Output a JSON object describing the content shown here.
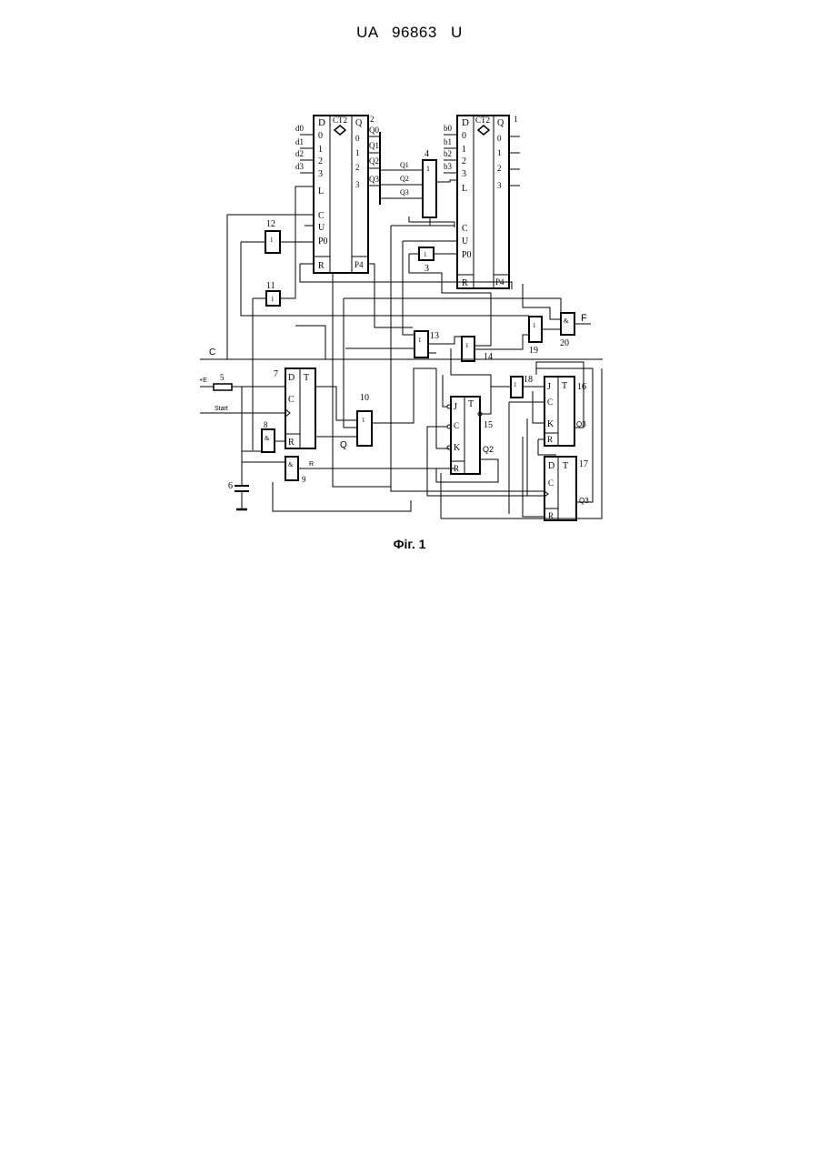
{
  "document": {
    "header": "UA  96863  U",
    "caption": "Фіг. 1"
  },
  "figure": {
    "counter_label": "CT2",
    "left_counter": {
      "inputs": [
        "D",
        "0",
        "1",
        "2",
        "3",
        "L",
        "C",
        "U",
        "P0",
        "R"
      ],
      "outputs": [
        "Q",
        "0",
        "1",
        "2",
        "3"
      ],
      "carry": "P4",
      "number": "2",
      "data_inputs": [
        "d0",
        "d1",
        "d2",
        "d3"
      ],
      "output_names": [
        "Q0",
        "Q1",
        "Q2",
        "Q3"
      ]
    },
    "right_counter": {
      "inputs": [
        "D",
        "0",
        "1",
        "2",
        "3",
        "L",
        "C",
        "U",
        "P0",
        "R"
      ],
      "outputs": [
        "Q",
        "0",
        "1",
        "2",
        "3"
      ],
      "carry": "P4",
      "number": "1",
      "data_inputs": [
        "b0",
        "b1",
        "b2",
        "b3"
      ]
    },
    "gate4_inputs": [
      "Q1",
      "Q2",
      "Q3"
    ],
    "element_numbers": [
      "1",
      "2",
      "3",
      "4",
      "5",
      "6",
      "7",
      "8",
      "9",
      "10",
      "11",
      "12",
      "13",
      "14",
      "15",
      "16",
      "17",
      "18",
      "19",
      "20"
    ],
    "signals": {
      "c": "C",
      "start": "Start",
      "supply": "+E",
      "r": "R",
      "f": "F",
      "q": "Q",
      "q2": "Q2",
      "q3": "Q3",
      "qb3": "Q3"
    }
  }
}
